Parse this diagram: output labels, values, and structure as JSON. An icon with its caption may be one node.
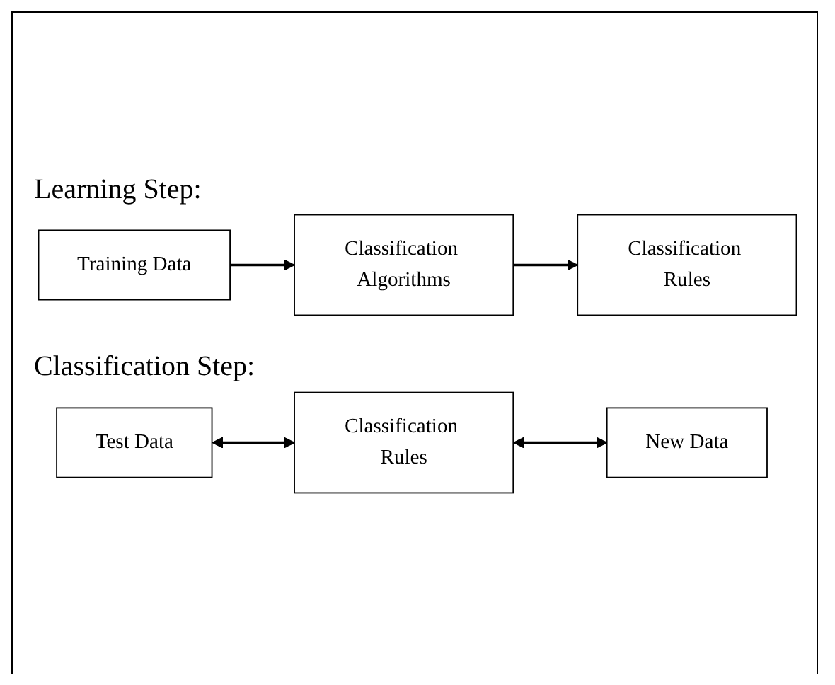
{
  "diagram": {
    "nodes": [
      {
        "text": [
          "Training Data"
        ]
      },
      {
        "text": [
          "Classification Algorithms"
        ]
      },
      {
        "text": [
          "Classification Rules"
        ]
      },
      {
        "text": [
          "Test Data"
        ]
      },
      {
        "text": [
          "Classification Rules"
        ]
      },
      {
        "text": [
          "New Data"
        ]
      }
    ],
    "edges": [
      {
        "from": 0,
        "to": 1,
        "arrow": "to"
      },
      {
        "from": 1,
        "to": 2,
        "arrow": "to"
      },
      {
        "from": 3,
        "to": 4,
        "arrow": "both"
      },
      {
        "from": 4,
        "to": 5,
        "arrow": "both"
      }
    ],
    "labels": [
      "Learning Step:",
      "Classification Step:"
    ]
  }
}
